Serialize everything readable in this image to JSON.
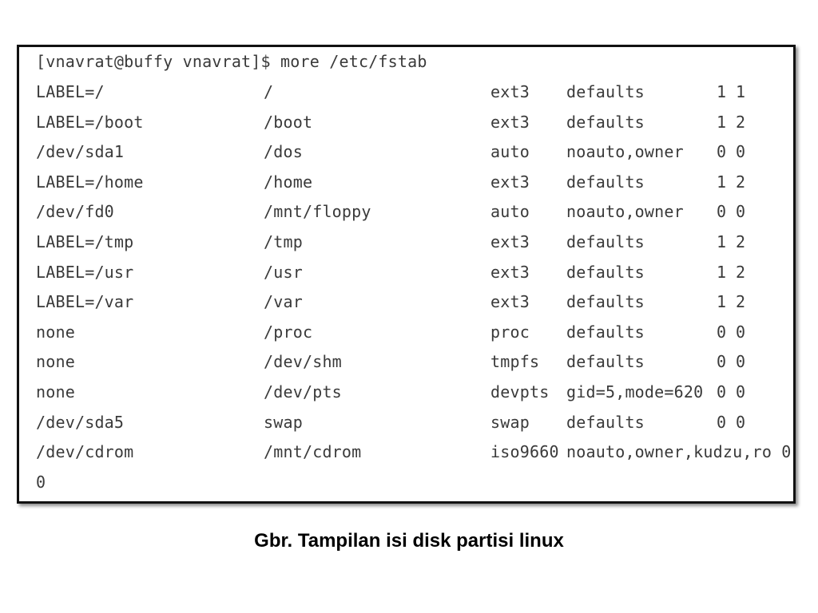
{
  "terminal": {
    "prompt": "[vnavrat@buffy vnavrat]$ more /etc/fstab",
    "rows": [
      {
        "device": "LABEL=/",
        "mount": "/",
        "type": "ext3",
        "options": "defaults",
        "dump": "1",
        "pass": "1"
      },
      {
        "device": "LABEL=/boot",
        "mount": "/boot",
        "type": "ext3",
        "options": "defaults",
        "dump": "1",
        "pass": "2"
      },
      {
        "device": "/dev/sda1",
        "mount": "/dos",
        "type": "auto",
        "options": "noauto,owner",
        "dump": "0",
        "pass": "0"
      },
      {
        "device": "LABEL=/home",
        "mount": "/home",
        "type": "ext3",
        "options": "defaults",
        "dump": "1",
        "pass": "2"
      },
      {
        "device": "/dev/fd0",
        "mount": "/mnt/floppy",
        "type": "auto",
        "options": "noauto,owner",
        "dump": "0",
        "pass": "0"
      },
      {
        "device": "LABEL=/tmp",
        "mount": "/tmp",
        "type": "ext3",
        "options": "defaults",
        "dump": "1",
        "pass": "2"
      },
      {
        "device": "LABEL=/usr",
        "mount": "/usr",
        "type": "ext3",
        "options": "defaults",
        "dump": "1",
        "pass": "2"
      },
      {
        "device": "LABEL=/var",
        "mount": "/var",
        "type": "ext3",
        "options": "defaults",
        "dump": "1",
        "pass": "2"
      },
      {
        "device": "none",
        "mount": "/proc",
        "type": "proc",
        "options": "defaults",
        "dump": "0",
        "pass": "0"
      },
      {
        "device": "none",
        "mount": "/dev/shm",
        "type": "tmpfs",
        "options": "defaults",
        "dump": "0",
        "pass": "0"
      },
      {
        "device": "none",
        "mount": "/dev/pts",
        "type": "devpts",
        "options": "gid=5,mode=620",
        "dump": "0",
        "pass": "0"
      },
      {
        "device": "/dev/sda5",
        "mount": "swap",
        "type": "swap",
        "options": "defaults",
        "dump": "0",
        "pass": "0"
      },
      {
        "device": "/dev/cdrom",
        "mount": "/mnt/cdrom",
        "type": "iso9660",
        "options": "noauto,owner,kudzu,ro 0",
        "dump": "",
        "pass": ""
      }
    ],
    "overflow_line": "0"
  },
  "caption": "Gbr. Tampilan isi disk partisi linux",
  "colors": {
    "terminal_text": "#3a3a3a",
    "terminal_border": "#111111",
    "caption_text": "#000000",
    "background": "#ffffff"
  }
}
